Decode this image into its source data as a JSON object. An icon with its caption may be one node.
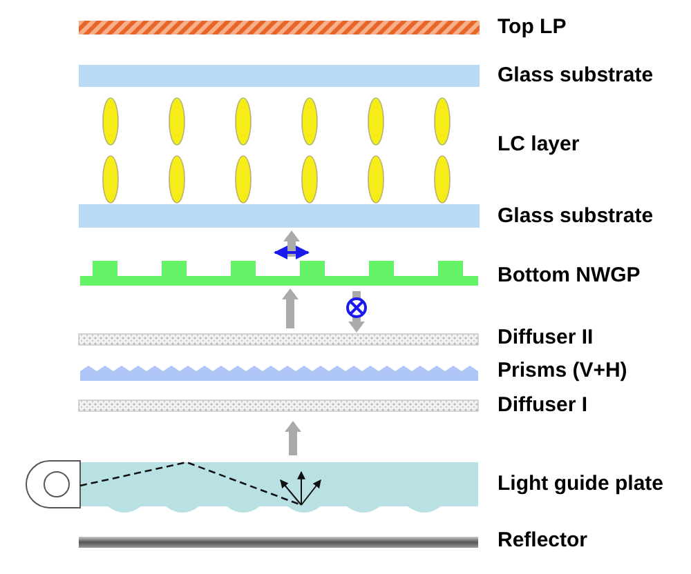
{
  "diagram": {
    "labels": [
      "Top LP",
      "Glass substrate",
      "LC layer",
      "Glass substrate",
      "Bottom NWGP",
      "Diffuser II",
      "Prisms (V+H)",
      "Diffuser I",
      "Light guide plate",
      "Reflector"
    ]
  }
}
